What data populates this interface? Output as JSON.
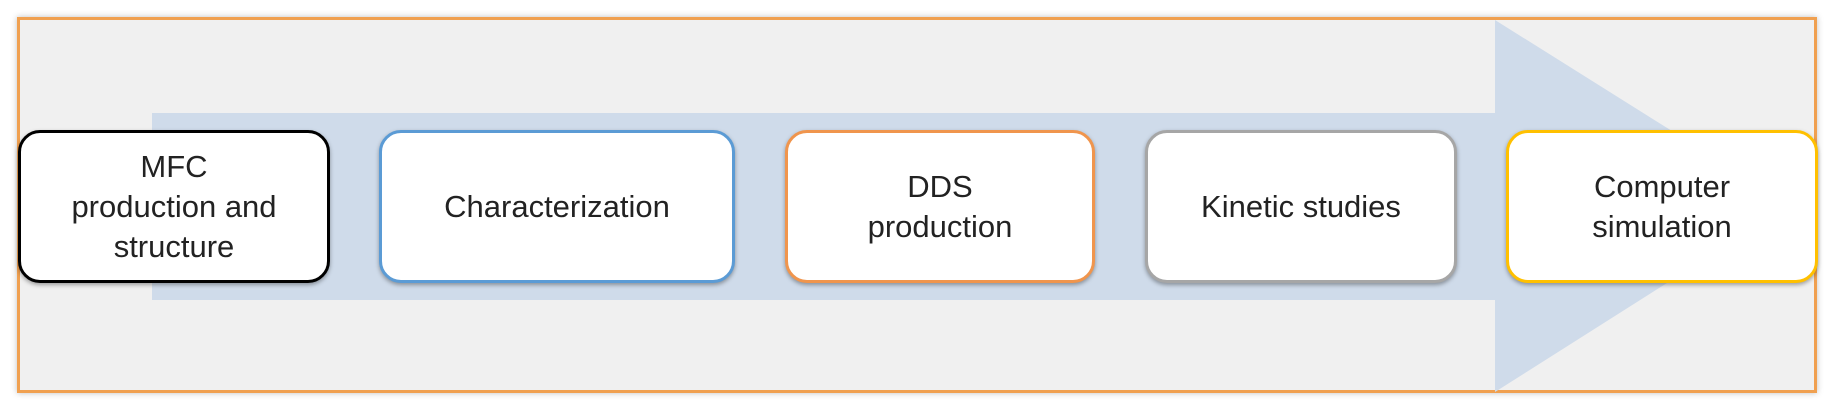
{
  "diagram": {
    "stages": [
      {
        "label": "MFC\nproduction and\nstructure",
        "border_color": "#000000"
      },
      {
        "label": "Characterization",
        "border_color": "#5b9bd5"
      },
      {
        "label": "DDS\nproduction",
        "border_color": "#f0954d"
      },
      {
        "label": "Kinetic studies",
        "border_color": "#a6a6a6"
      },
      {
        "label": "Computer\nsimulation",
        "border_color": "#ffc000"
      }
    ],
    "colors": {
      "frame_border": "#f0a050",
      "background": "#f0f0f0",
      "arrow": "#cfdbea"
    }
  }
}
